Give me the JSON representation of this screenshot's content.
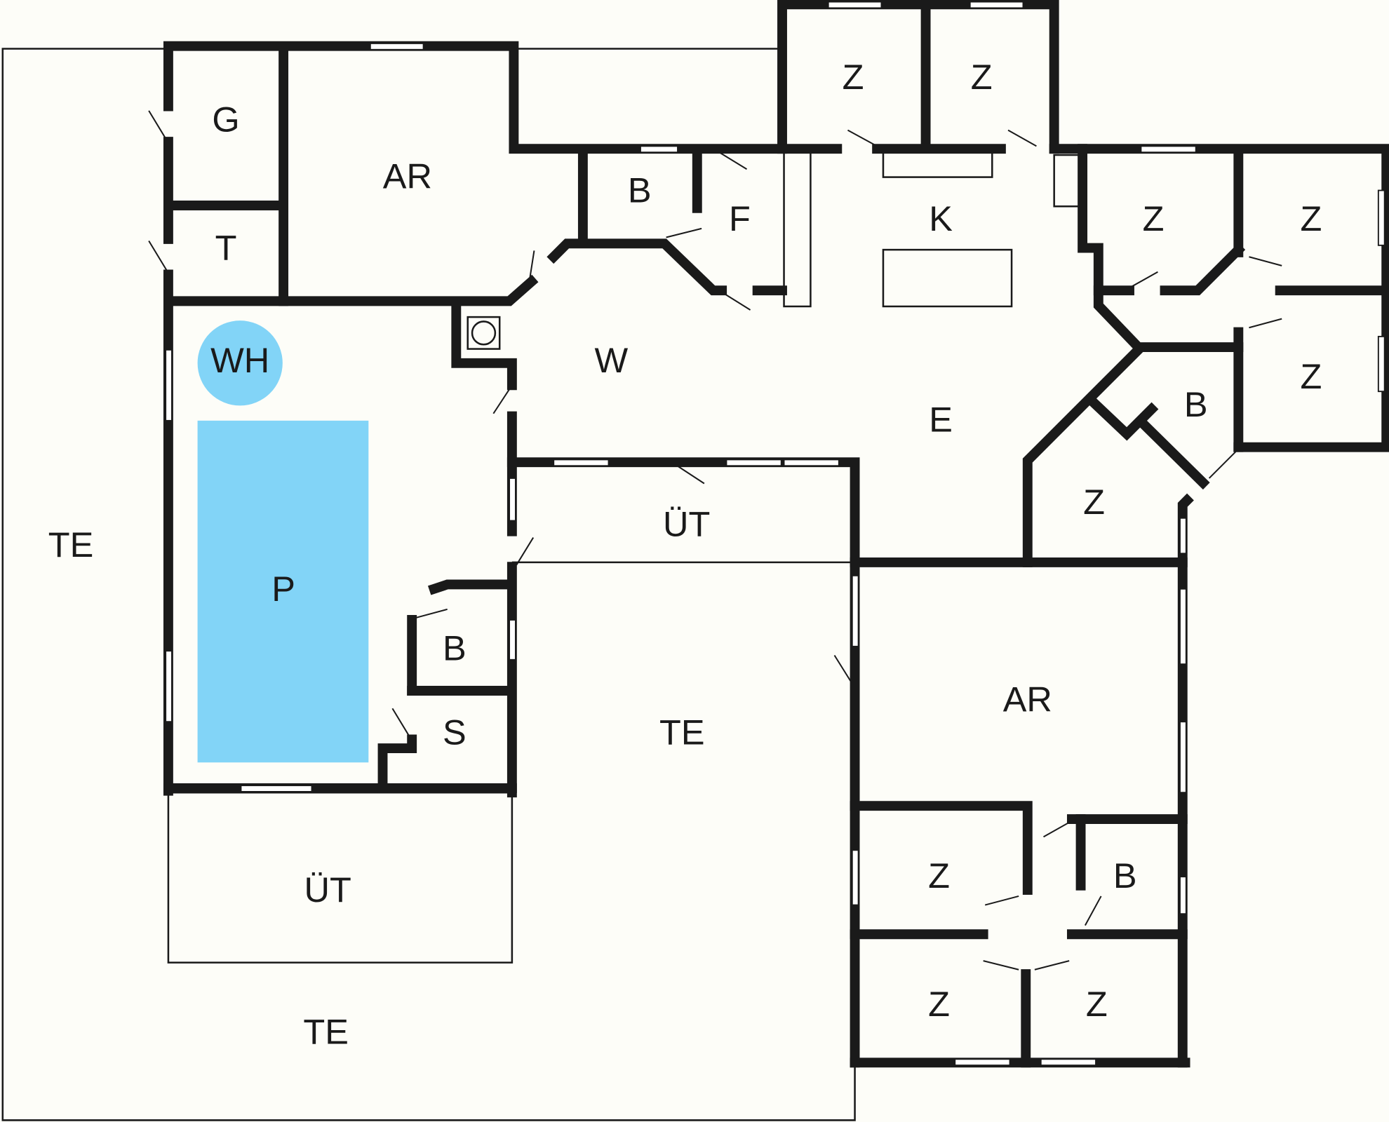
{
  "plan": {
    "colors": {
      "background": "#fdfdf8",
      "wall": "#1a1a1a",
      "pool": "#82d4f7"
    },
    "rooms": {
      "g": "G",
      "t": "T",
      "ar_top": "AR",
      "b_top": "B",
      "f": "F",
      "z_top1": "Z",
      "z_top2": "Z",
      "k": "K",
      "z_r1": "Z",
      "z_r2": "Z",
      "z_r3": "Z",
      "b_right": "B",
      "z_mid": "Z",
      "e": "E",
      "w": "W",
      "wh": "WH",
      "p": "P",
      "ut_mid": "ÜT",
      "b_pool": "B",
      "s": "S",
      "te_left": "TE",
      "te_center": "TE",
      "ar_right": "AR",
      "z_lr1": "Z",
      "b_lr": "B",
      "z_lr2": "Z",
      "z_lr3": "Z",
      "ut_bottom": "ÜT",
      "te_bottom": "TE"
    }
  }
}
